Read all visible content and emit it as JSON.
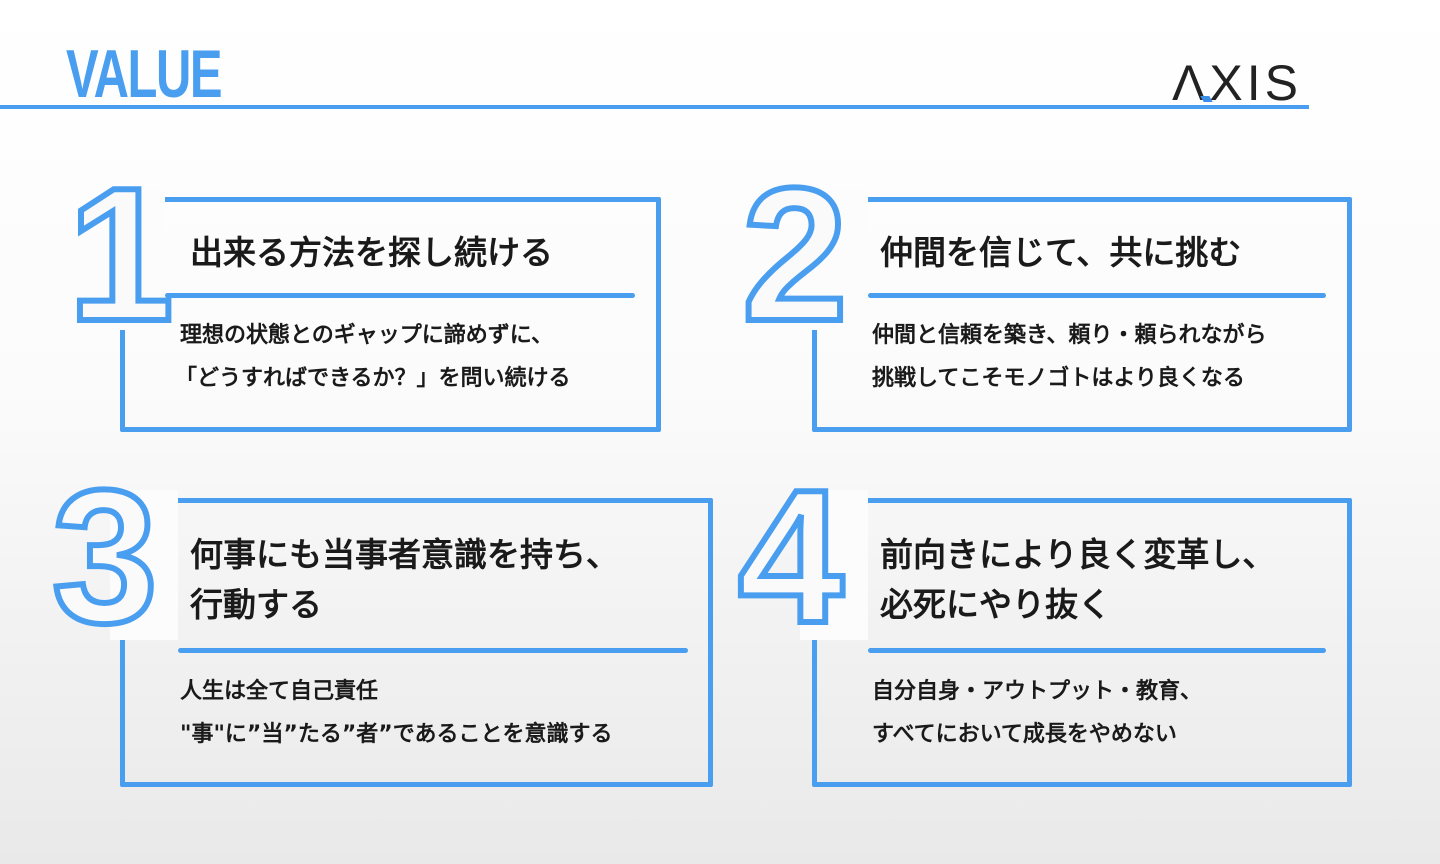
{
  "header": {
    "title": "VALUE",
    "logo": "AXIS"
  },
  "values": [
    {
      "number": "1",
      "heading": [
        "出来る方法を探し続ける"
      ],
      "body": [
        "理想の状態とのギャップに諦めずに、",
        "「どうすればできるか？」を問い続ける"
      ]
    },
    {
      "number": "2",
      "heading": [
        "仲間を信じて、共に挑む"
      ],
      "body": [
        "仲間と信頼を築き、頼り・頼られながら",
        "挑戦してこそモノゴトはより良くなる"
      ]
    },
    {
      "number": "3",
      "heading": [
        "何事にも当事者意識を持ち、",
        "行動する"
      ],
      "body": [
        "人生は全て自己責任",
        "\"事\"に”当”たる”者”であることを意識する"
      ]
    },
    {
      "number": "4",
      "heading": [
        "前向きにより良く変革し、",
        "必死にやり抜く"
      ],
      "body": [
        "自分自身・アウトプット・教育、",
        "すべてにおいて成長をやめない"
      ]
    }
  ],
  "colors": {
    "accent": "#4a9ef0",
    "text": "#1a1a1a"
  }
}
